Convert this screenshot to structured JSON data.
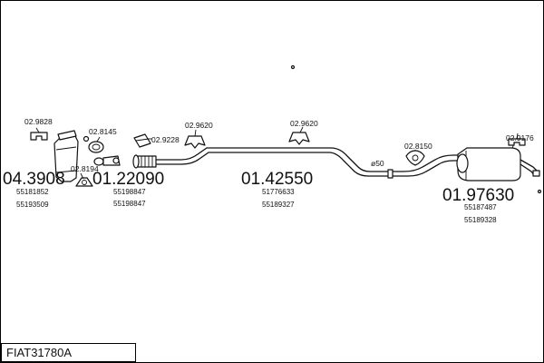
{
  "diagram": {
    "reference": "FIAT31780A",
    "groups": [
      {
        "part_no": "04.3908",
        "oem": [
          "55181852",
          "55193509"
        ]
      },
      {
        "part_no": "01.22090",
        "oem": [
          "55198847",
          "55198847"
        ]
      },
      {
        "part_no": "01.42550",
        "oem": [
          "51776633",
          "55189327"
        ]
      },
      {
        "part_no": "01.97630",
        "oem": [
          "55187487",
          "55189328"
        ]
      }
    ],
    "callouts": {
      "c1": "02.9828",
      "c2": "02.8145",
      "c3": "02.8194",
      "c4": "02.9228",
      "c5": "02.9620",
      "c6": "02.9620",
      "c7": "02.8150",
      "c8": "02.9176"
    },
    "pipe_diameter": "ø50"
  }
}
